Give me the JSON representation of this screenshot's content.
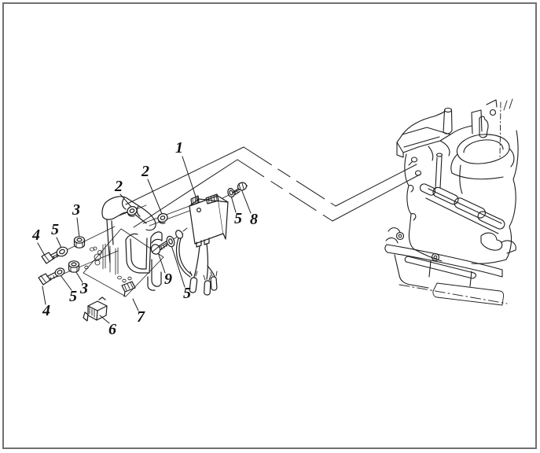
{
  "figure": {
    "background": "#ffffff",
    "border_color": "#707070",
    "line_color": "#1c1c1c",
    "label_color": "#111111"
  },
  "callouts": [
    {
      "label": "1"
    },
    {
      "label": "2"
    },
    {
      "label": "2"
    },
    {
      "label": "3"
    },
    {
      "label": "3"
    },
    {
      "label": "4"
    },
    {
      "label": "4"
    },
    {
      "label": "5"
    },
    {
      "label": "5"
    },
    {
      "label": "5"
    },
    {
      "label": "5"
    },
    {
      "label": "6"
    },
    {
      "label": "7"
    },
    {
      "label": "8"
    },
    {
      "label": "9"
    }
  ]
}
